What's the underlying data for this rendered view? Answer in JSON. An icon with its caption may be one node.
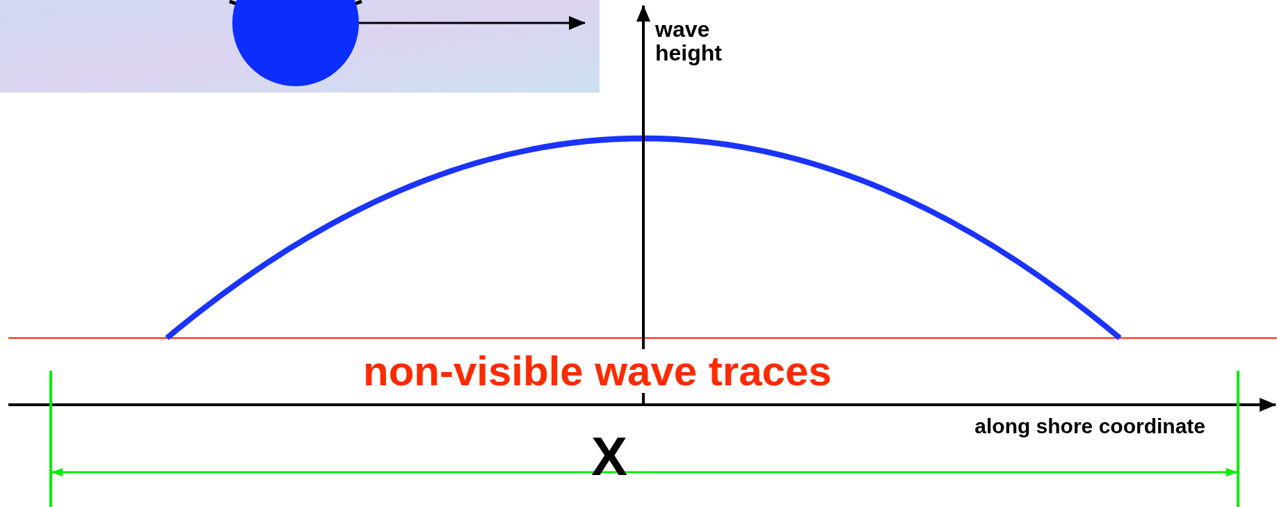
{
  "diagram": {
    "labels": [
      "wave height",
      "non-visible wave traces",
      "along shore coordinate",
      "X"
    ]
  }
}
